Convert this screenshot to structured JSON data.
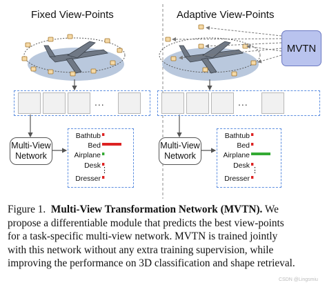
{
  "left_panel": {
    "title": "Fixed View-Points",
    "network_label": "Multi-View Network",
    "classes": [
      "Bathtub",
      "Bed",
      "Airplane",
      "Desk",
      "Dresser"
    ],
    "bar_levels": [
      0.06,
      0.5,
      0.06,
      0.06,
      0.06
    ],
    "bar_colors": [
      "#d22",
      "#d22",
      "#3a3",
      "#d22",
      "#d22"
    ],
    "thumbs_ellipsis": "...",
    "list_ellipsis": "⋮"
  },
  "right_panel": {
    "title": "Adaptive View-Points",
    "mvtn_label": "MVTN",
    "network_label": "Multi-View Network",
    "classes": [
      "Bathtub",
      "Bed",
      "Airplane",
      "Desk",
      "Dresser"
    ],
    "bar_levels": [
      0.06,
      0.06,
      0.5,
      0.06,
      0.06
    ],
    "bar_colors": [
      "#d22",
      "#d22",
      "#3a3",
      "#d22",
      "#d22"
    ],
    "thumbs_ellipsis": "...",
    "list_ellipsis": "⋮"
  },
  "caption": {
    "label": "Figure 1.",
    "bold_title": "Multi-View Transformation Network (MVTN).",
    "first_line_end": "We",
    "lines": [
      "propose a differentiable module that predicts the best view-points",
      "for a task-specific multi-view network. MVTN is trained jointly",
      "with this network without any extra training supervision, while",
      "improving the performance on 3D classification and shape retrieval."
    ]
  },
  "watermark": "CSDN @Lingsmiu",
  "colors": {
    "dash_blue": "#5b8de0",
    "platform": "#b9c8dd",
    "mvtn_fill": "#b9c3ee",
    "bar_red": "#d22",
    "bar_green": "#3a3"
  }
}
